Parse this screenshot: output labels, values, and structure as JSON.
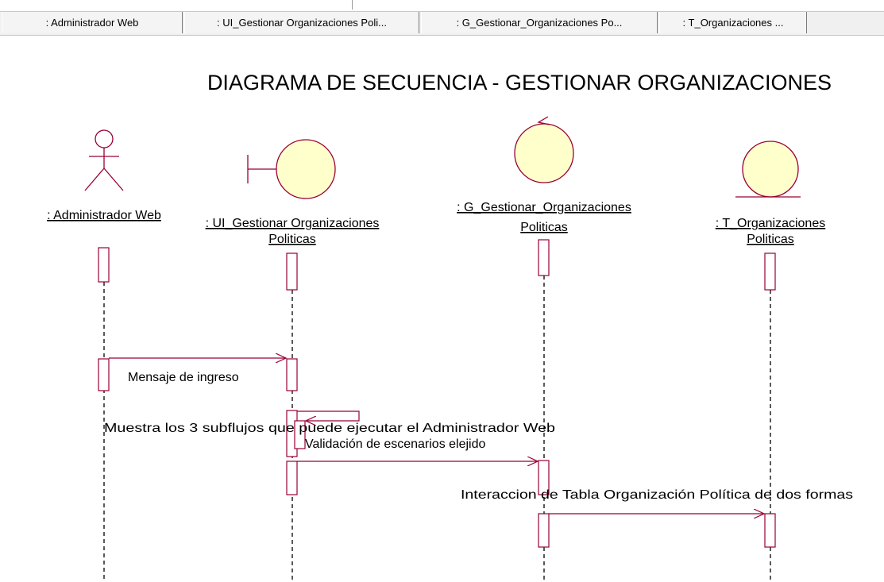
{
  "tabs": [
    {
      "label": ": Administrador Web"
    },
    {
      "label": ": UI_Gestionar Organizaciones Poli..."
    },
    {
      "label": ": G_Gestionar_Organizaciones Po..."
    },
    {
      "label": ": T_Organizaciones ..."
    }
  ],
  "diagram": {
    "title": "DIAGRAMA DE SECUENCIA - GESTIONAR ORGANIZACIONES",
    "lifelines": [
      {
        "kind": "actor-icon",
        "label_lines": [
          ": Administrador Web"
        ]
      },
      {
        "kind": "boundary-icon",
        "label_lines": [
          ": UI_Gestionar Organizaciones",
          "Politicas"
        ]
      },
      {
        "kind": "control-icon",
        "label_lines": [
          ": G_Gestionar_Organizaciones",
          "Politicas"
        ]
      },
      {
        "kind": "entity-icon",
        "label_lines": [
          ": T_Organizaciones",
          "Politicas"
        ]
      }
    ],
    "messages": [
      {
        "from": ": Administrador Web",
        "to": ": UI_Gestionar Organizaciones Politicas",
        "label": "Mensaje de ingreso"
      },
      {
        "from": ": UI_Gestionar Organizaciones Politicas",
        "to": ": UI_Gestionar Organizaciones Politicas",
        "label": "Muestra los 3 subflujos que puede ejecutar el Administrador Web"
      },
      {
        "from": ": UI_Gestionar Organizaciones Politicas",
        "to": ": G_Gestionar_Organizaciones Politicas",
        "label": "Validación de escenarios elejido"
      },
      {
        "from": ": G_Gestionar_Organizaciones Politicas",
        "to": ": T_Organizaciones Politicas",
        "label": "Interaccion de Tabla Organización Política de dos formas"
      }
    ],
    "colors": {
      "line": "#990033",
      "icon_fill": "#ffffcc",
      "icon_stroke": "#990033",
      "text": "#000000"
    }
  }
}
